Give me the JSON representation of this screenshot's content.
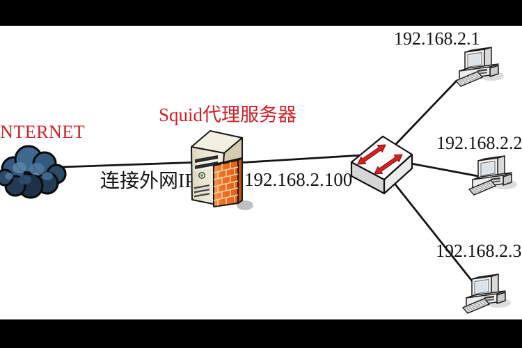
{
  "diagram": {
    "internet": {
      "label": "INTERNET"
    },
    "proxy_server": {
      "title": "Squid代理服务器",
      "wan_link_label": "连接外网IP",
      "lan_ip": "192.168.2.100"
    },
    "switch": {
      "name": "ethernet-switch"
    },
    "clients": [
      {
        "ip": "192.168.2.1"
      },
      {
        "ip": "192.168.2.2"
      },
      {
        "ip": "192.168.2.3"
      }
    ],
    "colors": {
      "label_red": "#cf2027",
      "label_black": "#141414",
      "connection_line": "#141414",
      "letterbox": "#000000",
      "canvas": "#ffffff",
      "cloud_blue": "#2c4d6b",
      "server_body": "#ebe6d3",
      "firewall_orange": "#ee7024",
      "switch_arrow_red": "#d62020"
    }
  }
}
